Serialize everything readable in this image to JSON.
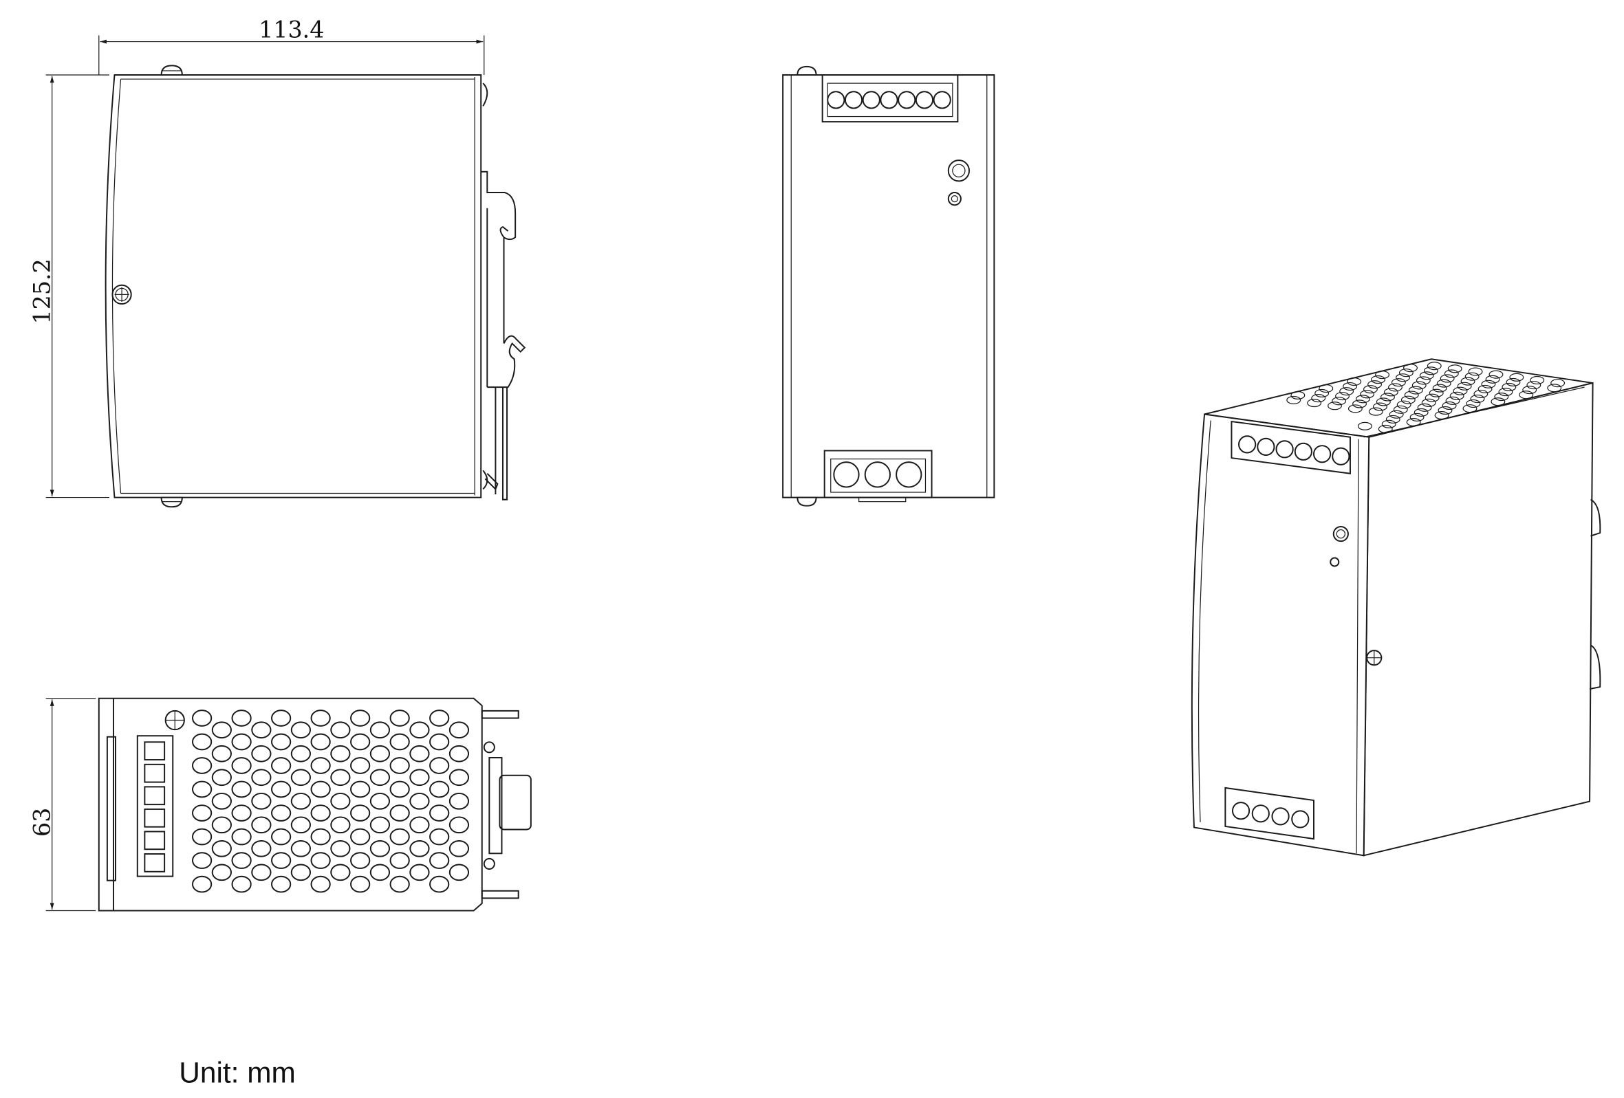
{
  "dimensions": {
    "width_label": "113.4",
    "height_label": "125.2",
    "depth_label": "63"
  },
  "unit_label": "Unit: mm",
  "colors": {
    "line": "#1a1a1a",
    "background": "#ffffff"
  },
  "views": {
    "side": {
      "terminal_count": 0
    },
    "front": {
      "top_terminal_count": 7,
      "bottom_terminal_count": 3,
      "indicator_count": 2
    },
    "bottom": {
      "terminal_count": 6
    },
    "isometric": {
      "top_terminal_count": 6,
      "bottom_terminal_count": 4
    }
  }
}
